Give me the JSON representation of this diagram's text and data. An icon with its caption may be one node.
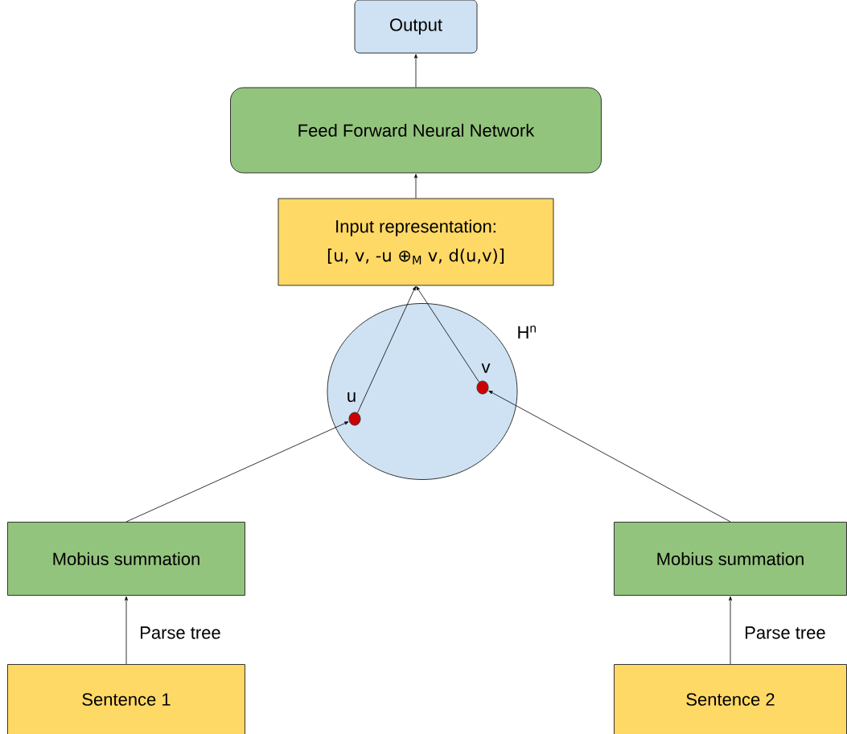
{
  "diagram": {
    "nodes": [
      {
        "text": [
          "Output"
        ]
      },
      {
        "text": [
          "Feed Forward Neural Network"
        ]
      },
      {
        "text": [
          "Input representation:",
          "[u, v, -u ⊕$_{M}$ v, d(u,v)]"
        ]
      },
      {
        "text": [],
        "shape": "circle",
        "beside": [
          "H$^{n}$"
        ]
      },
      {
        "text": [],
        "shape": "circle",
        "in": 3,
        "beside": [
          "u"
        ]
      },
      {
        "text": [],
        "shape": "circle",
        "in": 3,
        "beside": [
          "v"
        ]
      },
      {
        "text": [
          "Mobius summation"
        ]
      },
      {
        "text": [
          "Mobius summation"
        ]
      },
      {
        "text": [
          "Sentence 1"
        ]
      },
      {
        "text": [
          "Sentence 2"
        ]
      }
    ],
    "edges": [
      {
        "from": 1,
        "to": 0,
        "arrow": "to"
      },
      {
        "from": 2,
        "to": 1,
        "arrow": "to"
      },
      {
        "from": 4,
        "to": 2,
        "arrow": "to"
      },
      {
        "from": 5,
        "to": 2,
        "arrow": "to"
      },
      {
        "from": 6,
        "to": 4,
        "arrow": "to"
      },
      {
        "from": 7,
        "to": 5,
        "arrow": "to"
      },
      {
        "from": 8,
        "to": 6,
        "arrow": "to",
        "label": "Parse tree"
      },
      {
        "from": 9,
        "to": 7,
        "arrow": "to",
        "label": "Parse tree"
      }
    ]
  }
}
